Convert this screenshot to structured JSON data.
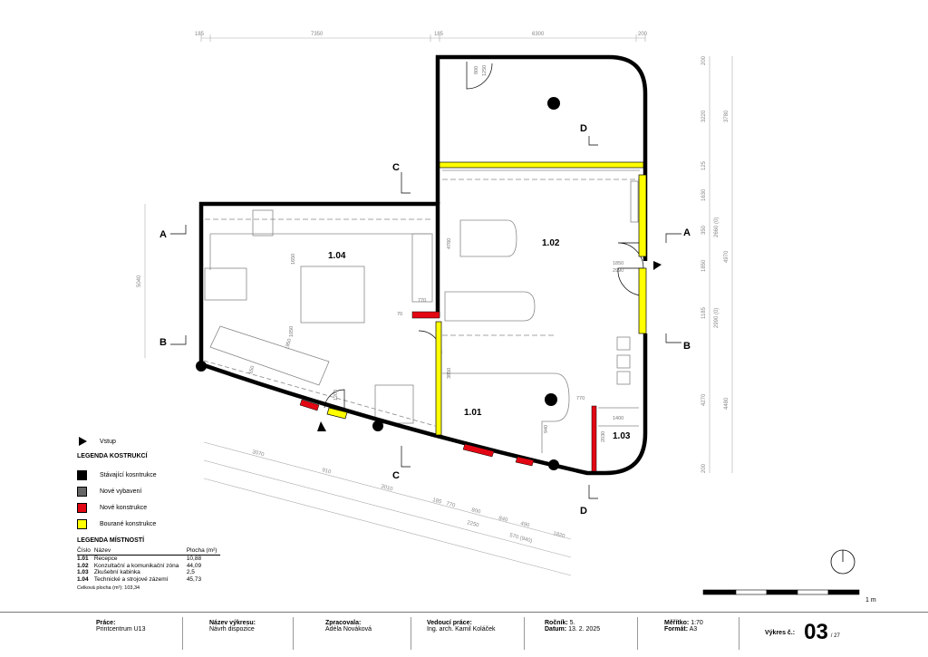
{
  "dims_top": [
    "185",
    "7350",
    "185",
    "6300",
    "200"
  ],
  "dims_right_inner": [
    "200",
    "3220",
    "125",
    "1630",
    "350",
    "2660 (0)",
    "1850",
    "1185",
    "2990 (0)",
    "4270",
    "200"
  ],
  "dims_right_outer": [
    "3780",
    "4970",
    "4480"
  ],
  "dims_left": [
    "5040"
  ],
  "dims_bottom": [
    "3070",
    "910",
    "3010",
    "185",
    "770",
    "800",
    "2250",
    "840",
    "490",
    "570 (940)",
    "1820"
  ],
  "inner_dims": [
    "1650",
    "1050",
    "770",
    "70",
    "1950",
    "550",
    "4760",
    "3850",
    "770",
    "940",
    "1400",
    "2030",
    "1850",
    "2990",
    "800",
    "1250",
    "1200"
  ],
  "section_labels": {
    "a_left": "A",
    "a_right": "A",
    "b_left": "B",
    "b_right": "B",
    "c_top": "C",
    "c_bottom": "C",
    "d_top": "D",
    "d_bottom": "D"
  },
  "rooms_on_plan": {
    "r101": "1.01",
    "r102": "1.02",
    "r103": "1.03",
    "r104": "1.04"
  },
  "scale_bar_label": "1 m",
  "legend": {
    "entry_label": "Vstup",
    "title": "LEGENDA KOSTRUKCÍ",
    "items": [
      {
        "label": "Stávající kosntrukce",
        "color": "#000000"
      },
      {
        "label": "Nové vybavení",
        "color": "#666666"
      },
      {
        "label": "Nové konstrukce",
        "color": "#e30613"
      },
      {
        "label": "Bourané konstrukce",
        "color": "#ffff00"
      }
    ]
  },
  "rooms_table": {
    "title": "LEGENDA MÍSTNOSTÍ",
    "headers": [
      "Číslo",
      "Název",
      "Plocha (m²)"
    ],
    "rows": [
      [
        "1.01",
        "Recepce",
        "10,88"
      ],
      [
        "1.02",
        "Konzultační a komunikační zóna",
        "44,09"
      ],
      [
        "1.03",
        "Zkušební kabinka",
        "2,5"
      ],
      [
        "1.04",
        "Technické a strojové zázemí",
        "45,73"
      ]
    ],
    "total": "Celková plocha (m²): 103,34"
  },
  "title_block": {
    "prace_label": "Práce:",
    "prace_value": "Printcentrum U13",
    "nazev_label": "Název výkresu:",
    "nazev_value": "Návrh dispozice",
    "zprac_label": "Zpracovala:",
    "zprac_value": "Adéla Nováková",
    "vedouci_label": "Vedoucí práce:",
    "vedouci_value": "Ing. arch. Kamil Koláček",
    "rocnik_label": "Ročník:",
    "rocnik_value": "5.",
    "datum_label": "Datum:",
    "datum_value": "13. 2. 2025",
    "meritko_label": "Měřítko:",
    "meritko_value": "1:70",
    "format_label": "Formát:",
    "format_value": "A3",
    "vykres_label": "Výkres č.:",
    "vykres_value": "03",
    "vykres_total": "/ 27"
  },
  "colors": {
    "wall": "#000000",
    "new": "#e30613",
    "demolished": "#ffff00",
    "furniture": "#777777"
  }
}
